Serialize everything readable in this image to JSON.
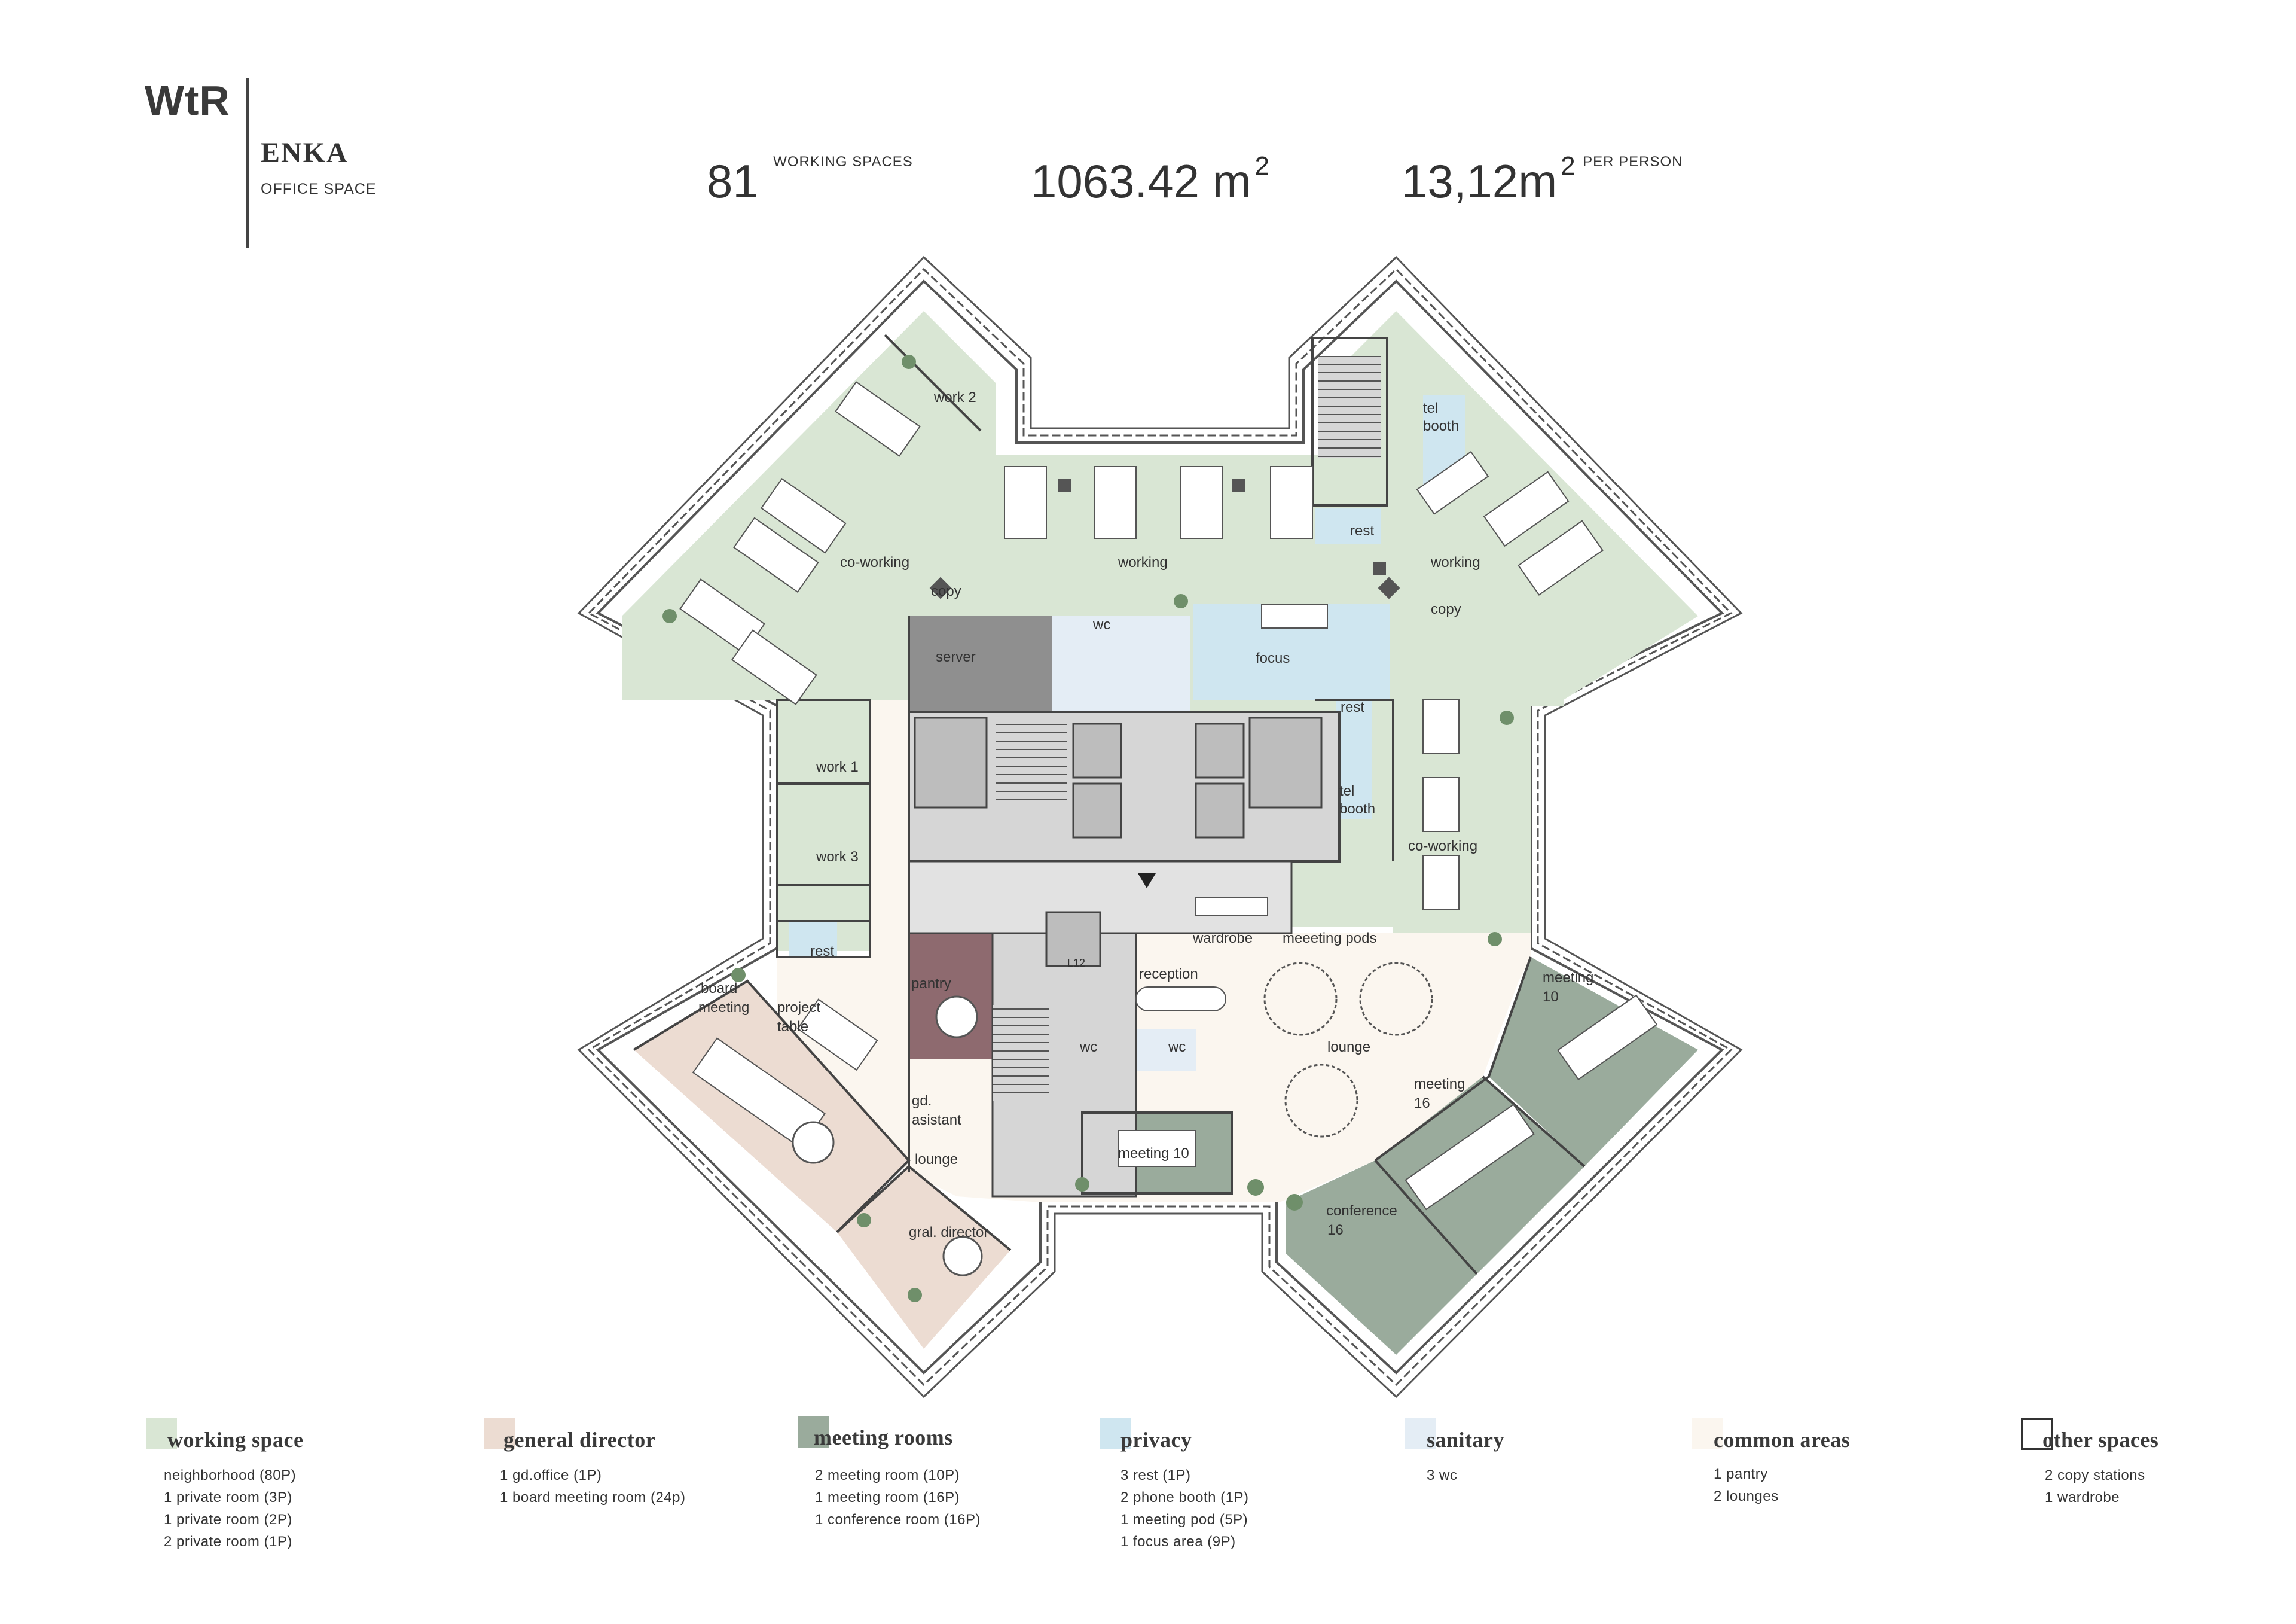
{
  "header": {
    "logo": "WtR",
    "project_name": "ENKA",
    "project_subtitle": "OFFICE SPACE"
  },
  "stats": {
    "working_spaces": {
      "value": "81",
      "label": "WORKING SPACES"
    },
    "area": {
      "value": "1063.42 m",
      "sup": "2"
    },
    "per_person": {
      "value": "13,12m",
      "sup": "2",
      "label": "PER PERSON"
    }
  },
  "colors": {
    "working_space": "#d9e6d4",
    "general_director": "#ecdcd2",
    "meeting_rooms": "#9aab9c",
    "privacy": "#cfe6f0",
    "sanitary": "#e4edf5",
    "common_areas": "#fbf6ef",
    "other_spaces": "#ffffff",
    "pantry": "#8e6a6f",
    "core": "#d6d6d6",
    "wall": "#444444"
  },
  "plan_labels": {
    "work2": "work 2",
    "coworking_nw": "co-working",
    "working_n": "working",
    "working_ne": "working",
    "copy_nw": "copy",
    "copy_ne": "copy",
    "tel_booth_n_1": "tel",
    "tel_booth_n_2": "booth",
    "rest_n": "rest",
    "server": "server",
    "wc_n": "wc",
    "focus": "focus",
    "rest_e": "rest",
    "tel_booth_e_1": "tel",
    "tel_booth_e_2": "booth",
    "coworking_e": "co-working",
    "work1": "work 1",
    "work3": "work 3",
    "rest_w": "rest",
    "wardrobe": "wardrobe",
    "meeting_pods": "meeeting pods",
    "reception": "reception",
    "lift_l12": "L12",
    "board_meeting_1": "board",
    "board_meeting_2": "meeting",
    "project_table_1": "project",
    "project_table_2": "table",
    "pantry": "pantry",
    "wc_s1": "wc",
    "wc_s2": "wc",
    "lounge_e": "lounge",
    "meeting10_e_1": "meeting",
    "meeting10_e_2": "10",
    "meeting16_1": "meeting",
    "meeting16_2": "16",
    "gd_asistant_1": "gd.",
    "gd_asistant_2": "asistant",
    "lounge_w": "lounge",
    "meeting10_s": "meeting 10",
    "conference_1": "conference",
    "conference_2": "16",
    "gral_director": "gral. director"
  },
  "legend": [
    {
      "key": "working_space",
      "title": "working space",
      "items": [
        "neighborhood (80P)",
        "1 private room (3P)",
        "1 private room (2P)",
        "2 private room (1P)"
      ]
    },
    {
      "key": "general_director",
      "title": "general director",
      "items": [
        "1 gd.office (1P)",
        "1 board meeting room (24p)"
      ]
    },
    {
      "key": "meeting_rooms",
      "title": "meeting rooms",
      "items": [
        "2  meeting room (10P)",
        "1  meeting room (16P)",
        "1  conference room (16P)"
      ]
    },
    {
      "key": "privacy",
      "title": "privacy",
      "items": [
        "3 rest (1P)",
        "2 phone booth (1P)",
        "1 meeting pod (5P)",
        "1 focus area (9P)"
      ]
    },
    {
      "key": "sanitary",
      "title": "sanitary",
      "items": [
        "3 wc"
      ]
    },
    {
      "key": "common_areas",
      "title": "common areas",
      "items": [
        "1 pantry",
        "2  lounges"
      ]
    },
    {
      "key": "other_spaces",
      "title": "other spaces",
      "items": [
        "2  copy stations",
        "1  wardrobe"
      ]
    }
  ]
}
